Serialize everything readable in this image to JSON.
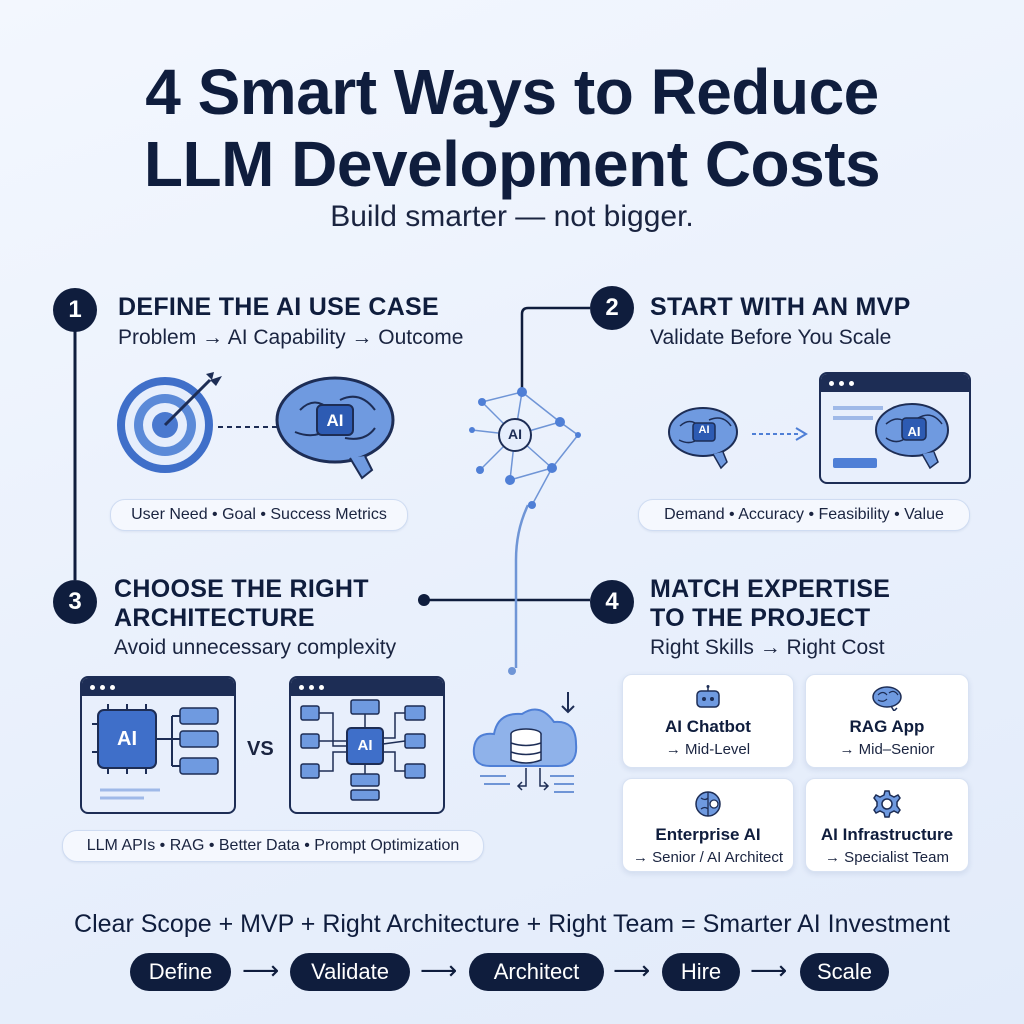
{
  "title": {
    "line1": "4 Smart Ways to Reduce",
    "line2": "LLM Development Costs"
  },
  "subtitle": "Build smarter — not bigger.",
  "sections": [
    {
      "number": "1",
      "heading": "DEFINE THE AI USE CASE",
      "subheading": "Problem → AI Capability → Outcome",
      "pill": "User Need • Goal • Success Metrics"
    },
    {
      "number": "2",
      "heading": "START WITH AN MVP",
      "subheading": "Validate Before You Scale",
      "pill": "Demand • Accuracy • Feasibility • Value"
    },
    {
      "number": "3",
      "heading_line1": "CHOOSE THE RIGHT",
      "heading_line2": "ARCHITECTURE",
      "subheading": "Avoid unnecessary complexity",
      "pill": "LLM APIs • RAG • Better Data • Prompt Optimization",
      "vs": "VS"
    },
    {
      "number": "4",
      "heading_line1": "MATCH EXPERTISE",
      "heading_line2": "TO THE PROJECT",
      "subheading": "Right Skills → Right Cost"
    }
  ],
  "ai_label": "AI",
  "expertise_cards": [
    {
      "title": "AI Chatbot",
      "level": "→ Mid-Level",
      "icon": "robot-icon"
    },
    {
      "title": "RAG App",
      "level": "→ Mid–Senior",
      "icon": "brain-icon"
    },
    {
      "title": "Enterprise AI",
      "level": "→ Senior / AI Architect",
      "icon": "brain-gear-icon"
    },
    {
      "title": "AI Infrastructure",
      "level": "→ Specialist Team",
      "icon": "gear-icon"
    }
  ],
  "equation": "Clear Scope + MVP + Right Architecture + Right Team = Smarter AI Investment",
  "steps": [
    "Define",
    "Validate",
    "Architect",
    "Hire",
    "Scale"
  ],
  "colors": {
    "navy": "#0f1d3d",
    "accent": "#4f7fd6",
    "light": "#c9dcf7"
  }
}
